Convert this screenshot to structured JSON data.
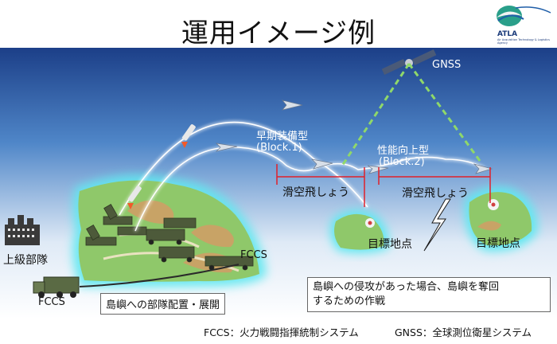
{
  "title": "運用イメージ例",
  "logo": {
    "name": "ATLA",
    "subtext": "Air Acquisition Technology & Logistics Agency"
  },
  "labels": {
    "gnss": "GNSS",
    "early_type": "早期装備型",
    "block1": "(Block.1)",
    "improved_type": "性能向上型",
    "block2": "(Block.2)",
    "glide_1": "滑空飛しょう",
    "glide_2": "滑空飛しょう",
    "target_1": "目標地点",
    "target_2": "目標地点",
    "fccs_island": "FCCS",
    "fccs_ground": "FCCS",
    "hq": "上級部隊"
  },
  "boxes": {
    "deploy": "島嶼への部隊配置・展開",
    "purpose_line1": "島嶼への侵攻があった場合、島嶼を奪回",
    "purpose_line2": "するための作戦"
  },
  "footer": {
    "fccs_def": "FCCS：火力戦闘指揮統制システム",
    "gnss_def": "GNSS：全球測位衛星システム"
  },
  "colors": {
    "sky_top": "#1c3f88",
    "sky_bottom": "#ffffff",
    "island": "#8fc86a",
    "glow": "#5ee8f0",
    "gnss_link": "#8fd86a",
    "range_marker": "#e0202a"
  }
}
